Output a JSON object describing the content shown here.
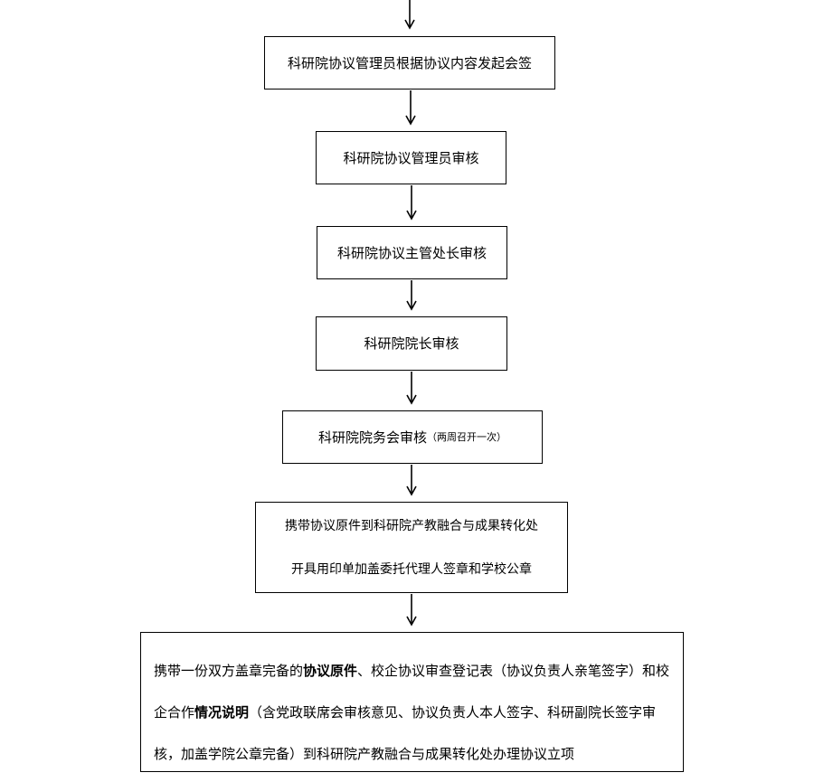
{
  "flow": {
    "steps": [
      {
        "text": "科研院协议管理员根据协议内容发起会签"
      },
      {
        "text": "科研院协议管理员审核"
      },
      {
        "text": "科研院协议主管处长审核"
      },
      {
        "text": "科研院院长审核"
      },
      {
        "text": "科研院院务会审核",
        "note": "（两周召开一次）"
      },
      {
        "line1": "携带协议原件到科研院产教融合与成果转化处",
        "line2": "开具用印单加盖委托代理人签章和学校公章"
      },
      {
        "part1": "携带一份双方盖章完备的",
        "bold1": "协议原件",
        "part2": "、校企协议审查登记表（协议负责人亲笔签字）和校企合作",
        "bold2": "情况说明",
        "part3": "（含党政联席会审核意见、协议负责人本人签字、科研副院长签字审核，加盖学院公章完备）到科研院产教融合与成果转化处办理协议立项"
      }
    ]
  },
  "colors": {
    "line": "#000000",
    "background": "#ffffff"
  }
}
